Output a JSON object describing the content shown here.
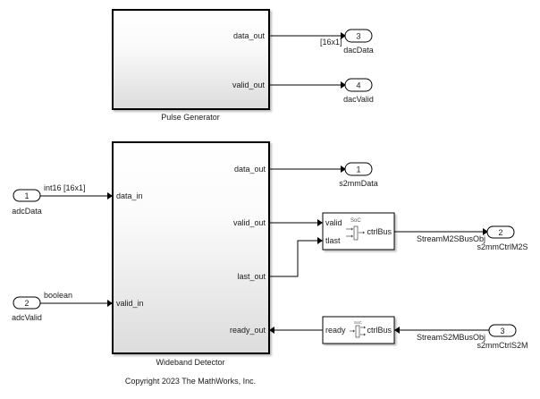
{
  "blocks": {
    "pulse_generator": {
      "name": "Pulse Generator",
      "outputs": [
        "data_out",
        "valid_out"
      ]
    },
    "wideband_detector": {
      "name": "Wideband Detector",
      "inputs": [
        "data_in",
        "valid_in"
      ],
      "outputs": [
        "data_out",
        "valid_out",
        "last_out",
        "ready_out"
      ]
    },
    "soc_m2s": {
      "badge": "SoC",
      "inputs": [
        "valid",
        "tlast"
      ],
      "output": "ctrlBus"
    },
    "soc_s2m": {
      "badge": "SoC",
      "input": "ctrlBus",
      "output": "ready"
    }
  },
  "inports": [
    {
      "number": "1",
      "name": "adcData",
      "signal_label": "int16 [16x1]"
    },
    {
      "number": "2",
      "name": "adcValid",
      "signal_label": "boolean"
    },
    {
      "number": "3",
      "name": "s2mmCtrlS2M",
      "signal_label": "StreamS2MBusObj"
    }
  ],
  "outports": [
    {
      "number": "3",
      "name": "dacData",
      "signal_label": "[16x1]"
    },
    {
      "number": "4",
      "name": "dacValid",
      "signal_label": ""
    },
    {
      "number": "1",
      "name": "s2mmData",
      "signal_label": ""
    },
    {
      "number": "2",
      "name": "s2mmCtrlM2S",
      "signal_label": "StreamM2SBusObj"
    }
  ],
  "footer": {
    "copyright": "Copyright 2023 The MathWorks, Inc."
  }
}
